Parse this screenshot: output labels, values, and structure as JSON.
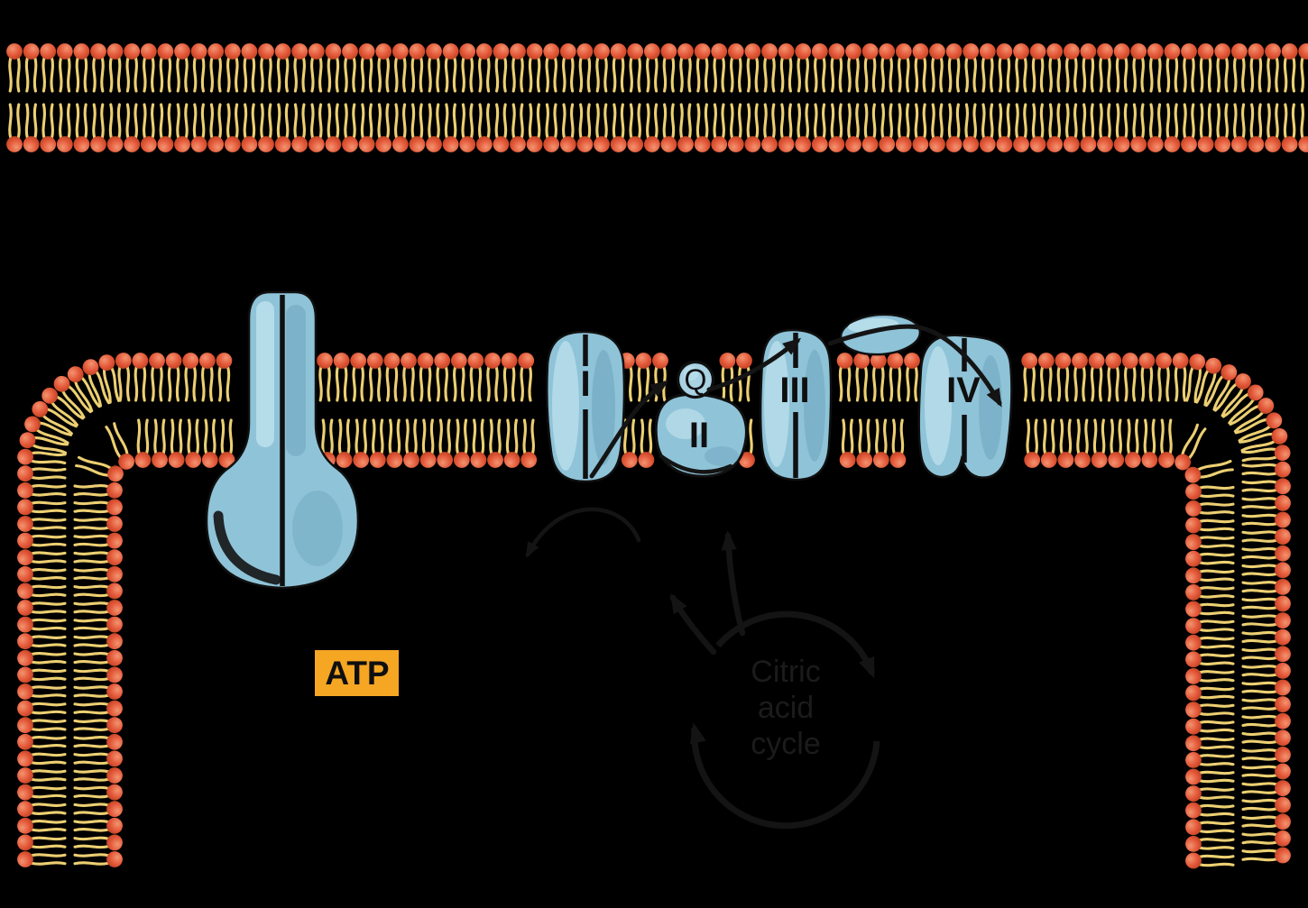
{
  "labels": {
    "complex_i": "I",
    "ubiquinone": "Q",
    "complex_ii": "II",
    "complex_iii": "III",
    "complex_iv": "IV",
    "atp": "ATP",
    "citric_acid_cycle": [
      "Citric",
      "acid",
      "cycle"
    ]
  },
  "colors": {
    "background": "#000000",
    "head_light": "#f29470",
    "head": "#e4593a",
    "head_dark": "#b83f20",
    "tail": "#eccf72",
    "protein": "#8fc3d8",
    "protein_highlight": "#bce0ec",
    "protein_shadow": "#6fa6bf",
    "q_fill": "#a9d2e2",
    "outline": "#101010",
    "ink": "#141414",
    "citric_ink": "#1b1b1b",
    "label_ink": "#0f0f0f",
    "atp_box": "#f5a623"
  }
}
